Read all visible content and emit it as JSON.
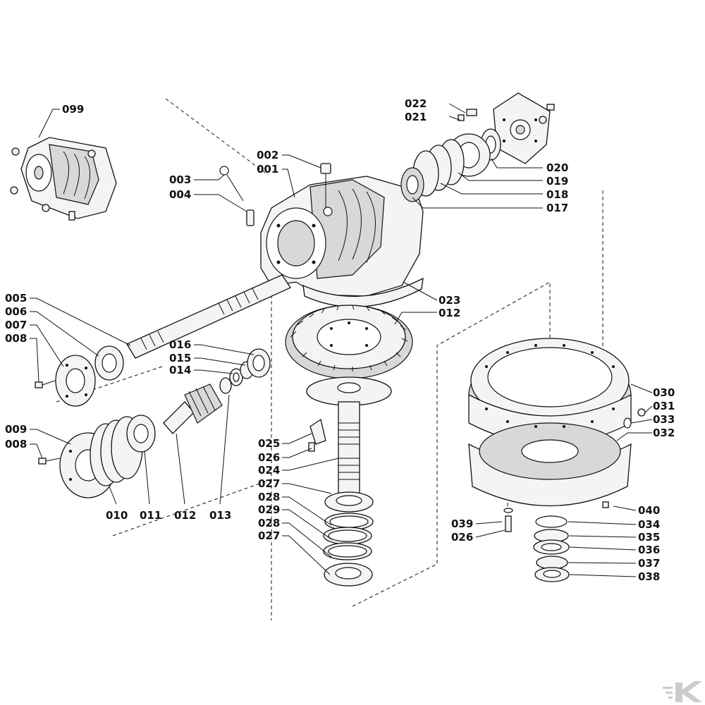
{
  "labels": {
    "l099": "099",
    "l022": "022",
    "l021": "021",
    "l002": "002",
    "l001": "001",
    "l003": "003",
    "l004": "004",
    "l020": "020",
    "l019": "019",
    "l018": "018",
    "l017": "017",
    "l023": "023",
    "l012a": "012",
    "l005": "005",
    "l006": "006",
    "l007": "007",
    "l008a": "008",
    "l016": "016",
    "l015": "015",
    "l014": "014",
    "l009": "009",
    "l008b": "008",
    "l010": "010",
    "l011": "011",
    "l012b": "012",
    "l013": "013",
    "l025": "025",
    "l026a": "026",
    "l024": "024",
    "l027a": "027",
    "l028a": "028",
    "l029": "029",
    "l028b": "028",
    "l027b": "027",
    "l030": "030",
    "l031": "031",
    "l033": "033",
    "l032": "032",
    "l040": "040",
    "l039": "039",
    "l026b": "026",
    "l034": "034",
    "l035": "035",
    "l036": "036",
    "l037": "037",
    "l038": "038"
  },
  "colors": {
    "ink": "#111111",
    "paper": "#ffffff",
    "shade": "#d8d8d8",
    "logo": "#cccccc"
  },
  "logo": {
    "icon": "k-logo-icon"
  }
}
